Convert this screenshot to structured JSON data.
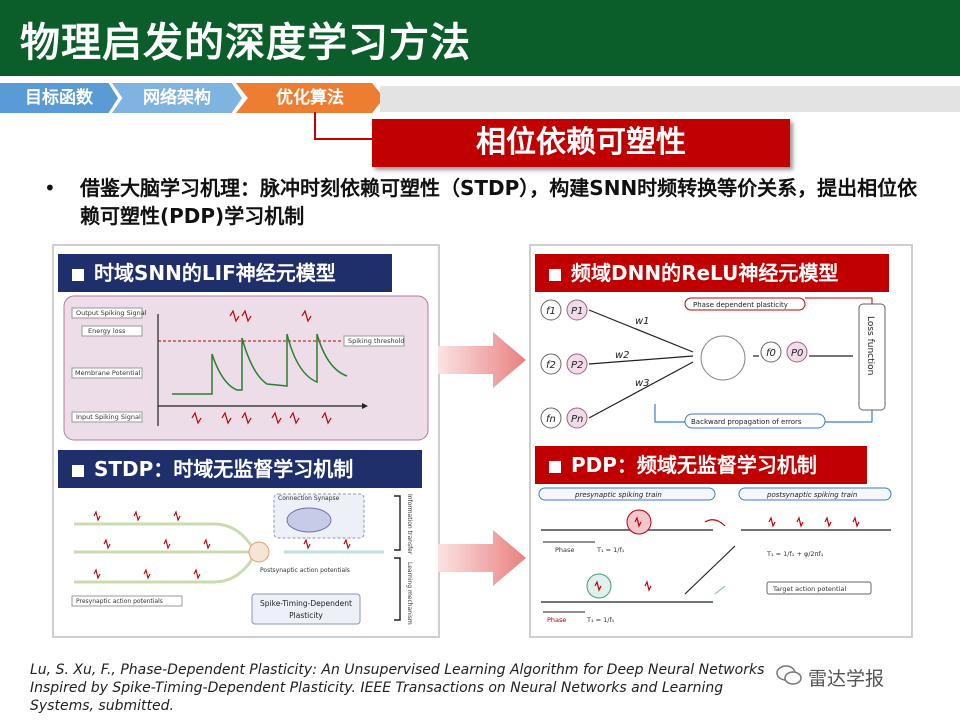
{
  "title": "物理启发的深度学习方法",
  "breadcrumbs": [
    "目标函数",
    "网络架构",
    "优化算法"
  ],
  "highlight": "相位依赖可塑性",
  "bullet_text": "借鉴大脑学习机理：脉冲时刻依赖可塑性（STDP），构建SNN时频转换等价关系，提出相位依赖可塑性(PDP)学习机制",
  "panels": {
    "lif": {
      "title": "时域SNN的LIF神经元模型",
      "labels": [
        "Output Spiking Signal",
        "Energy loss",
        "Membrane Potential",
        "Input Spiking Signal",
        "Spiking threshold"
      ]
    },
    "stdp": {
      "title": "STDP：时域无监督学习机制",
      "labels": [
        "Connection Synapse",
        "Information transfer",
        "Postsynaptic action potentials",
        "Learning mechanism",
        "Presynaptic action potentials",
        "Spike-Timing-Dependent",
        "Plasticity"
      ]
    },
    "relu": {
      "title": "频域DNN的ReLU神经元模型",
      "labels": {
        "f1": "f1",
        "P1": "P1",
        "f2": "f2",
        "P2": "P2",
        "fn": "fn",
        "Pn": "Pn",
        "w1": "w1",
        "w2": "w2",
        "w3": "w3",
        "f0": "f0",
        "P0": "P0",
        "pdp": "Phase dependent plasticity",
        "loss": "Loss function",
        "backward": "Backward propagation of errors"
      }
    },
    "pdp": {
      "title": "PDP：频域无监督学习机制",
      "labels": {
        "pre": "presynaptic spiking train",
        "post": "postsynaptic spiking train",
        "phase1": "Phase",
        "t1": "T₁ = 1/f₁",
        "phase2": "Phase",
        "t2": "T₁ = 1/f₁",
        "t3": "T₁ = 1/f₁ + φ/2πf₁",
        "target": "Target action potential"
      }
    }
  },
  "citation": "Lu, S. Xu, F., Phase-Dependent Plasticity: An Unsupervised Learning Algorithm for Deep Neural Networks Inspired by Spike-Timing-Dependent Plasticity. IEEE Transactions on Neural Networks and Learning Systems, submitted.",
  "watermark": "雷达学报",
  "colors": {
    "title_bg": "#0b5e2a",
    "accent_red": "#c00000",
    "panel_header_navy": "#1f2f6b",
    "panel_header_red": "#c00000"
  }
}
